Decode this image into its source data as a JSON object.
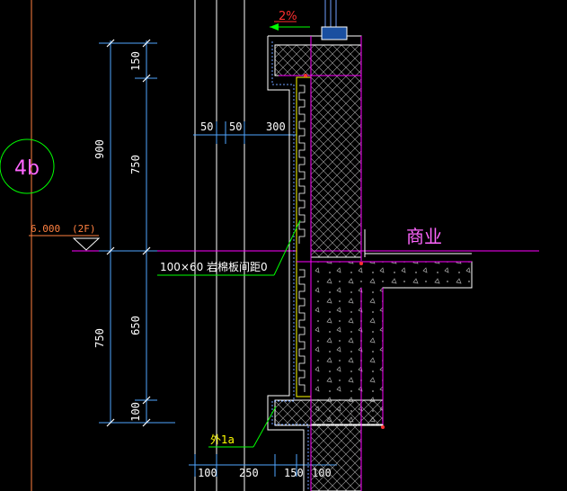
{
  "slope_label": "2%",
  "level_mark": {
    "elevation": "6.000",
    "floor": "(2F)"
  },
  "axis_bubble": "4b",
  "room_name": "商业",
  "note_insulation": "100×60  岩棉板间距0",
  "note_side": "外1a",
  "dims_vertical_outer": [
    "900",
    "750"
  ],
  "dims_vertical_inner": [
    "150",
    "750",
    "650",
    "100"
  ],
  "dims_top_horizontal": [
    "50",
    "50",
    "300"
  ],
  "dims_bottom_horizontal": [
    "100",
    "250",
    "150",
    "100"
  ],
  "colors": {
    "background": "#000000",
    "wall_outline": "#ffffff",
    "insulation": "#ffff00",
    "hatch": "#b0b0b0",
    "magenta": "#ff00ff",
    "dimension_line": "#4fa6ff",
    "leader": "#00ff00",
    "bubble": "#00ff00",
    "orange_line": "#ff8040"
  }
}
